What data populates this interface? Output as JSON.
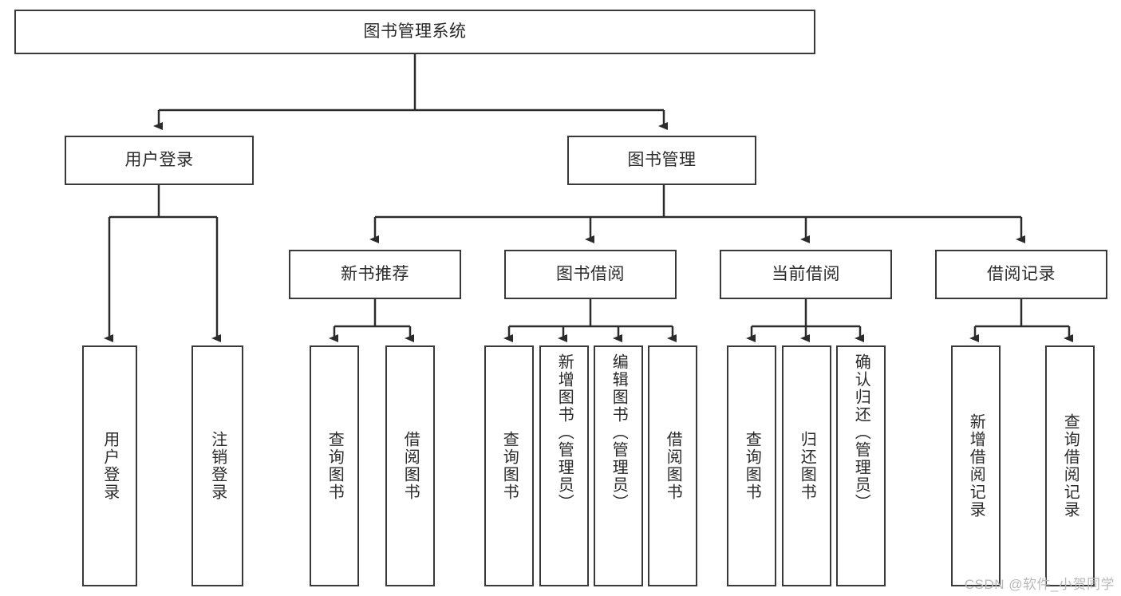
{
  "diagram": {
    "type": "tree-hierarchy",
    "title": "图书管理系统",
    "colors": {
      "box_border": "#3a3a3a",
      "box_fill": "#ffffff",
      "edge": "#2b2b2b",
      "text": "#2b2b2b",
      "watermark": "#b9b9b9",
      "background": "#ffffff"
    },
    "root": {
      "label": "图书管理系统"
    },
    "level2": [
      {
        "label": "用户登录"
      },
      {
        "label": "图书管理"
      }
    ],
    "level3": [
      {
        "label": "新书推荐"
      },
      {
        "label": "图书借阅"
      },
      {
        "label": "当前借阅"
      },
      {
        "label": "借阅记录"
      }
    ],
    "leaves": {
      "user_login": [
        {
          "label": "用户登录"
        },
        {
          "label": "注销登录"
        }
      ],
      "new_book_recommend": [
        {
          "label": "查询图书"
        },
        {
          "label": "借阅图书"
        }
      ],
      "book_borrow": [
        {
          "label": "查询图书"
        },
        {
          "label": "新增图书（管理员）"
        },
        {
          "label": "编辑图书（管理员）"
        },
        {
          "label": "借阅图书"
        }
      ],
      "current_borrow": [
        {
          "label": "查询图书"
        },
        {
          "label": "归还图书"
        },
        {
          "label": "确认归还（管理员）"
        }
      ],
      "borrow_record": [
        {
          "label": "新增借阅记录"
        },
        {
          "label": "查询借阅记录"
        }
      ]
    }
  },
  "watermark": {
    "text": "CSDN @软件_小贺同学"
  }
}
